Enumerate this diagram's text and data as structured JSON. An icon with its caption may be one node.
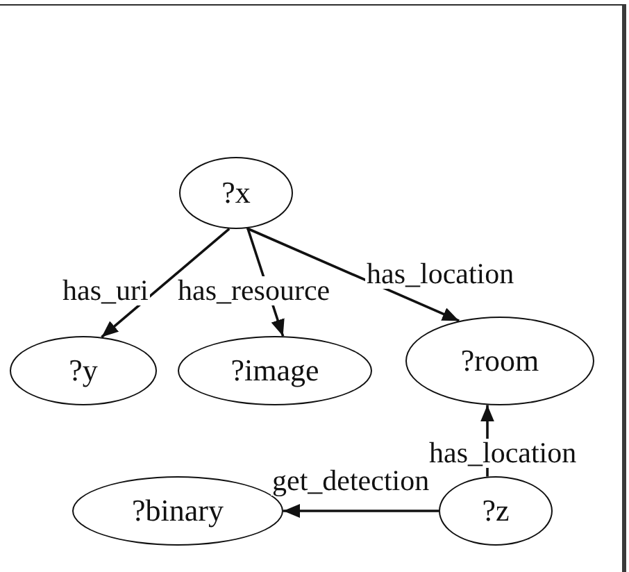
{
  "diagram": {
    "nodes": [
      {
        "text": [
          "?x"
        ]
      },
      {
        "text": [
          "?y"
        ]
      },
      {
        "text": [
          "?image"
        ]
      },
      {
        "text": [
          "?room"
        ]
      },
      {
        "text": [
          "?binary"
        ]
      },
      {
        "text": [
          "?z"
        ]
      }
    ],
    "edges": [
      {
        "from": 0,
        "to": 1,
        "arrow": "to",
        "label": "has_uri"
      },
      {
        "from": 0,
        "to": 2,
        "arrow": "to",
        "label": "has_resource"
      },
      {
        "from": 0,
        "to": 3,
        "arrow": "to",
        "label": "has_location"
      },
      {
        "from": 5,
        "to": 3,
        "arrow": "to",
        "label": "has_location"
      },
      {
        "from": 5,
        "to": 4,
        "arrow": "to",
        "label": "get_detection"
      }
    ]
  }
}
